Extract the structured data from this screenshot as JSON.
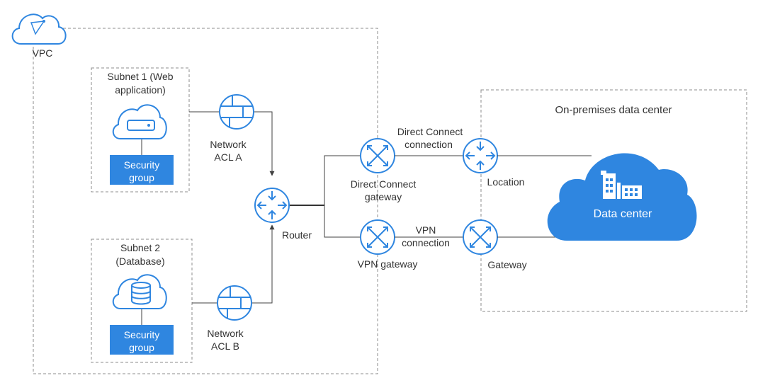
{
  "vpc": {
    "label": "VPC"
  },
  "subnet1": {
    "title_line1": "Subnet 1 (Web",
    "title_line2": "application)",
    "sg_line1": "Security",
    "sg_line2": "group"
  },
  "subnet2": {
    "title_line1": "Subnet 2",
    "title_line2": "(Database)",
    "sg_line1": "Security",
    "sg_line2": "group"
  },
  "acl_a": {
    "line1": "Network",
    "line2": "ACL A"
  },
  "acl_b": {
    "line1": "Network",
    "line2": "ACL B"
  },
  "router": {
    "label": "Router"
  },
  "dc_gateway": {
    "line1": "Direct Connect",
    "line2": "gateway"
  },
  "vpn_gateway": {
    "label": "VPN gateway"
  },
  "dc_connection": {
    "line1": "Direct Connect",
    "line2": "connection"
  },
  "vpn_connection": {
    "line1": "VPN",
    "line2": "connection"
  },
  "onprem": {
    "title": "On-premises data center",
    "location": "Location",
    "gateway": "Gateway",
    "datacenter": "Data center"
  },
  "colors": {
    "accent": "#2f86e0",
    "line": "#404040",
    "border": "#8c8c8c"
  }
}
